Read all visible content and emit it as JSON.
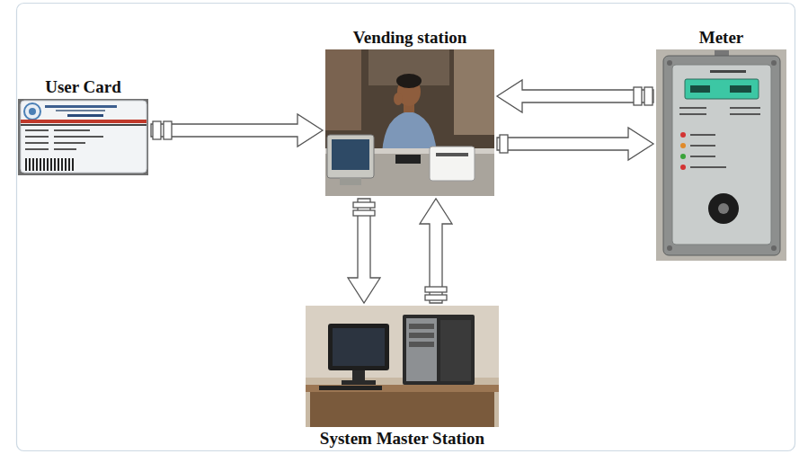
{
  "diagram": {
    "nodes": [
      {
        "text": [
          "User Card"
        ]
      },
      {
        "text": [
          "Vending station"
        ]
      },
      {
        "text": [
          "Meter"
        ]
      },
      {
        "text": [
          "System Master Station"
        ]
      }
    ],
    "edges": [
      {
        "from": 0,
        "to": 1,
        "arrow": "to"
      },
      {
        "from": 2,
        "to": 1,
        "arrow": "to"
      },
      {
        "from": 1,
        "to": 2,
        "arrow": "to"
      },
      {
        "from": 1,
        "to": 3,
        "arrow": "to"
      },
      {
        "from": 3,
        "to": 1,
        "arrow": "to"
      }
    ]
  }
}
